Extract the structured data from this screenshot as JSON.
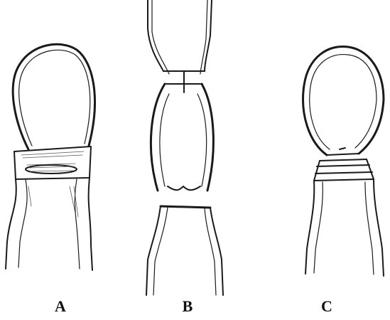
{
  "figure": {
    "panels": [
      {
        "id": "A",
        "label": "A"
      },
      {
        "id": "B",
        "label": "B"
      },
      {
        "id": "C",
        "label": "C"
      }
    ]
  }
}
